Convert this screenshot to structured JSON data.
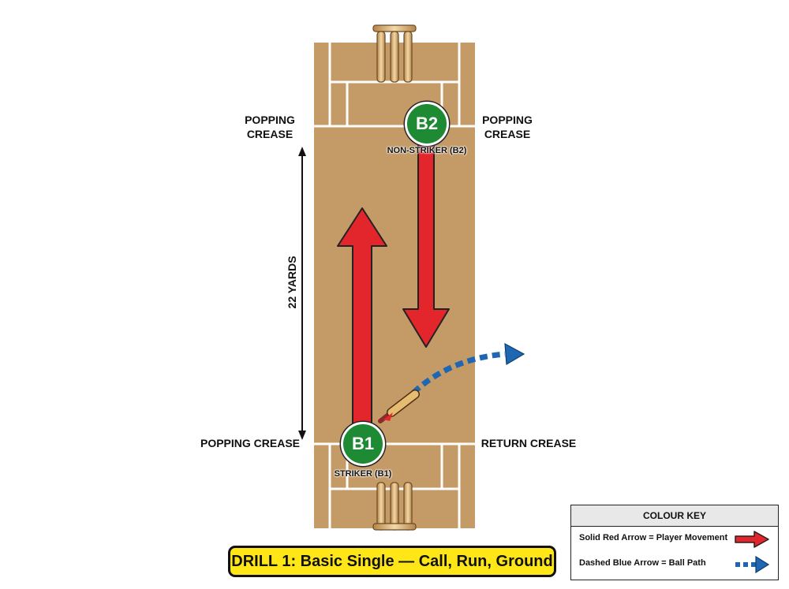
{
  "diagram": {
    "title": "DRILL 1: Basic Single — Call, Run, Ground",
    "labels": {
      "popping_crease_top_left": "POPPING\nCREASE",
      "popping_crease_top_right": "POPPING\nCREASE",
      "popping_crease_bottom_left": "POPPING CREASE",
      "return_crease": "RETURN CREASE",
      "distance": "22 YARDS"
    },
    "players": [
      {
        "id": "B1",
        "role": "STRIKER (B1)"
      },
      {
        "id": "B2",
        "role": "NON-STRIKER (B2)"
      }
    ],
    "colour_key": {
      "title": "COLOUR KEY",
      "items": [
        {
          "text": "Solid Red Arrow = Player Movement",
          "color": "#e3262c",
          "style": "solid"
        },
        {
          "text": "Dashed Blue Arrow = Ball Path",
          "color": "#1f66b3",
          "style": "dashed"
        }
      ]
    },
    "colors": {
      "pitch": "#c49a66",
      "crease": "#ffffff",
      "player_arrow": "#e3262c",
      "ball_path": "#1f66b3",
      "player_marker": "#1e8a34",
      "title_bg": "#ffe617"
    }
  }
}
